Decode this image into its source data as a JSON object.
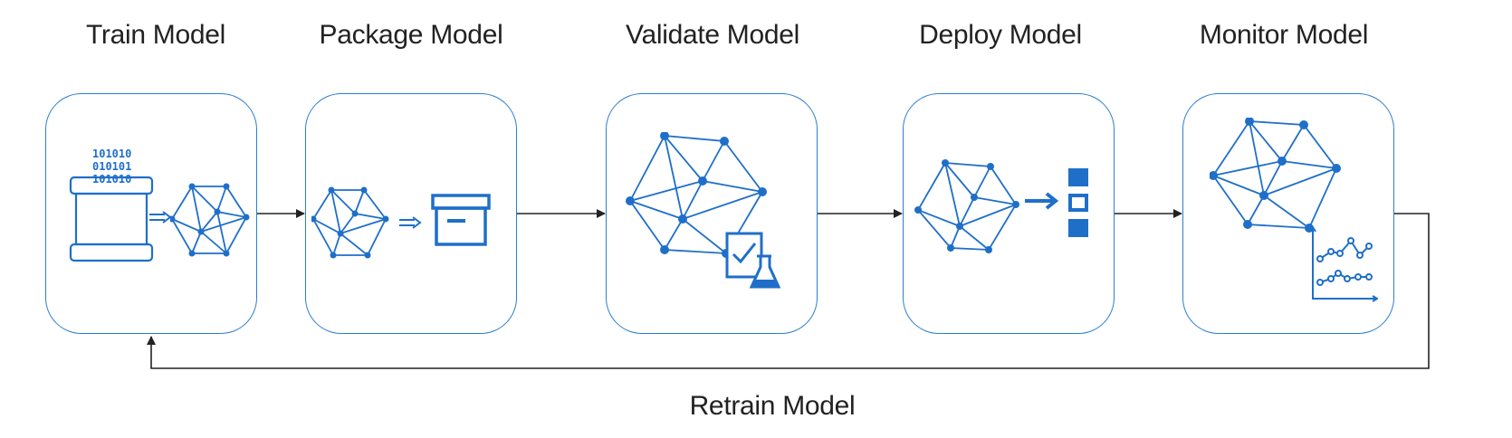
{
  "stages": [
    {
      "title": "Train Model",
      "icon": "database-to-network-icon"
    },
    {
      "title": "Package Model",
      "icon": "network-to-package-icon"
    },
    {
      "title": "Validate Model",
      "icon": "network-with-validation-icon"
    },
    {
      "title": "Deploy Model",
      "icon": "network-to-deployment-icon"
    },
    {
      "title": "Monitor Model",
      "icon": "network-with-monitoring-chart-icon"
    }
  ],
  "loop_label": "Retrain Model",
  "binary_rows": [
    "101010",
    "010101",
    "101010"
  ],
  "colors": {
    "accent": "#2b7fd0",
    "icon": "#1f6fc9",
    "line": "#222222",
    "text": "#222222"
  }
}
